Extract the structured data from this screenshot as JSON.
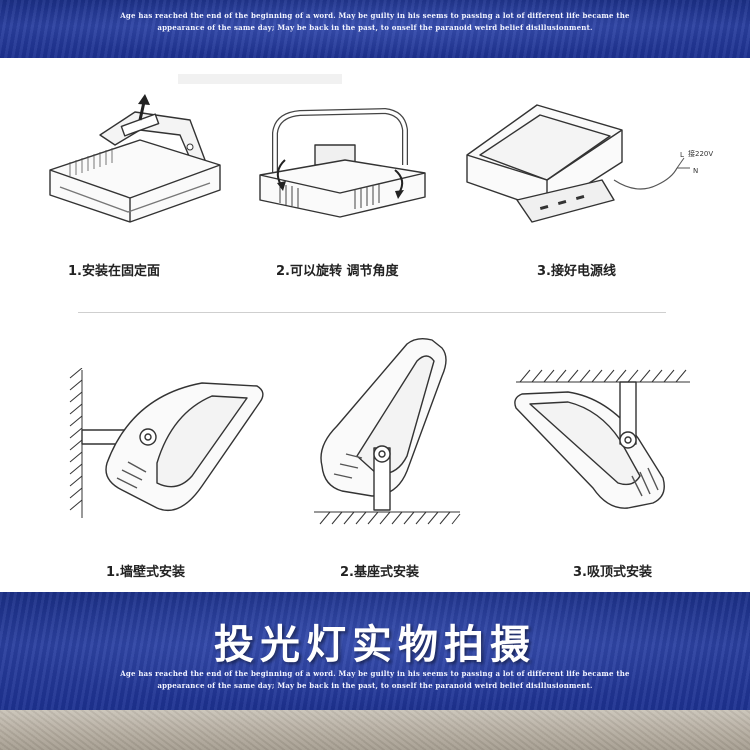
{
  "top_banner": {
    "tagline_line1": "Age has reached the end of the beginning of a word. May be guilty in his seems to passing a lot of different life became the",
    "tagline_line2": "appearance of the same day; May be back in the past, to onself the paranoid weird belief disillusionment."
  },
  "steps": [
    {
      "label": "1.安装在固定面"
    },
    {
      "label": "2.可以旋转 调节角度"
    },
    {
      "label": "3.接好电源线"
    }
  ],
  "wiring_labels": {
    "voltage": "接220V",
    "live": "L",
    "neutral": "N"
  },
  "mount_methods": [
    {
      "label": "1.墙壁式安装"
    },
    {
      "label": "2.基座式安装"
    },
    {
      "label": "3.吸顶式安装"
    }
  ],
  "bottom_banner": {
    "title": "投光灯实物拍摄",
    "tagline_line1": "Age has reached the end of the beginning of a word. May be guilty in his seems to passing a lot of different life became the",
    "tagline_line2": "appearance of the same day; May be back in the past, to onself the paranoid weird belief disillusionment."
  },
  "colors": {
    "banner_blue": "#1b2f86",
    "caption_text": "#222222",
    "line_art": "#333333"
  }
}
